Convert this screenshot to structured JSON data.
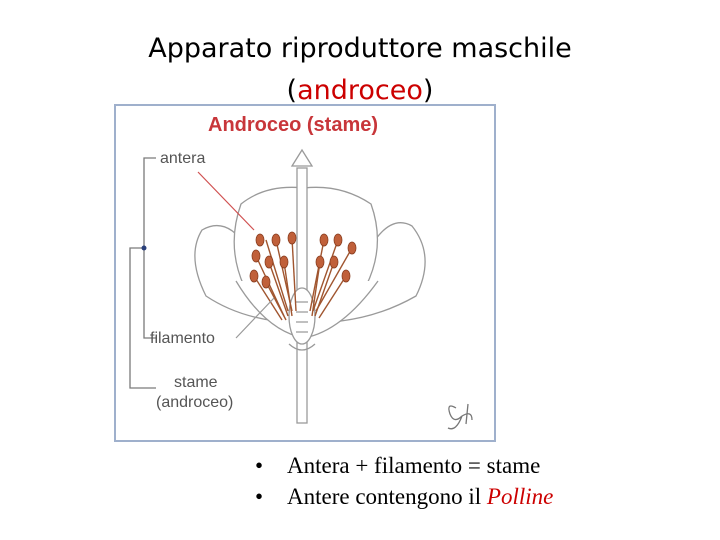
{
  "title": {
    "line1": "Apparato riproduttore maschile",
    "line2_open": "(",
    "line2_accent": "androceo",
    "line2_close": ")"
  },
  "figure": {
    "heading": "Androceo (stame)",
    "labels": {
      "antera": "antera",
      "filamento": "filamento",
      "stame": "stame",
      "androceo": "(androceo)"
    },
    "colors": {
      "heading": "#c8363a",
      "leader_line": "#d05050",
      "anther": "#c0603a",
      "outline": "#9a9a9a",
      "frame": "#9fb0cc"
    }
  },
  "bullets": [
    {
      "marker": "•",
      "text": "Antera + filamento = stame",
      "accent": ""
    },
    {
      "marker": "•",
      "text": "Antere contengono il ",
      "accent": "Polline"
    }
  ]
}
